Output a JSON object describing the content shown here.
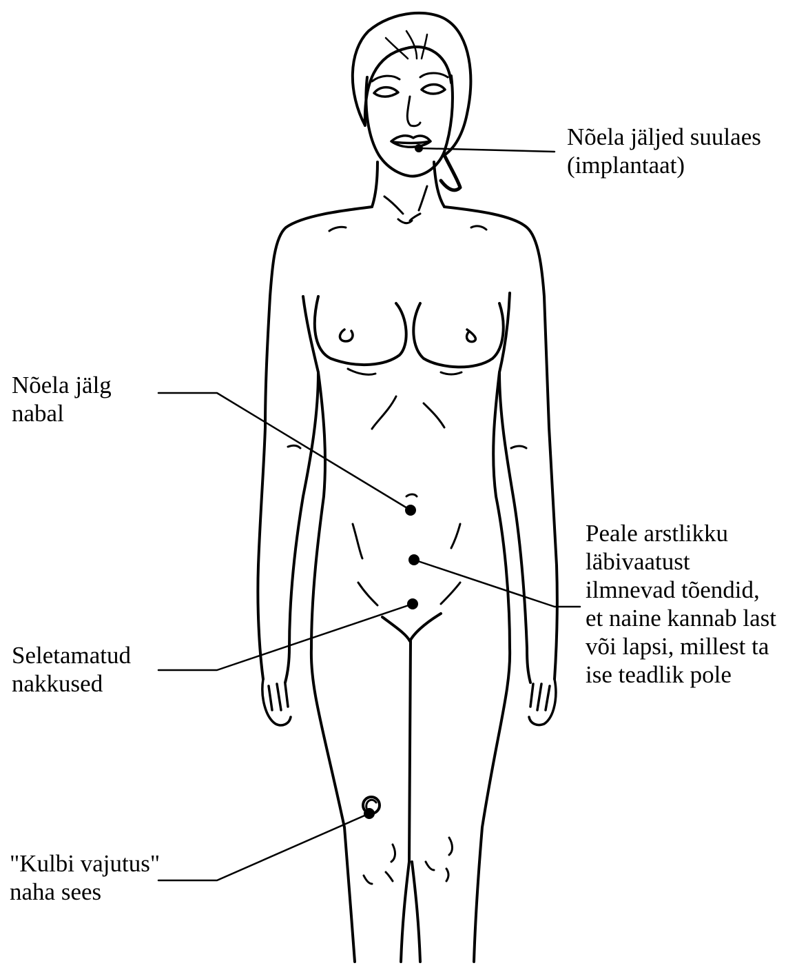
{
  "annotations": [
    {
      "id": "mouth",
      "lines": [
        "Nõela jäljed suulaes",
        "(implantaat)"
      ]
    },
    {
      "id": "navel",
      "lines": [
        "Nõela jälg",
        "nabal"
      ]
    },
    {
      "id": "exam",
      "lines": [
        "Peale arstlikku",
        "läbivaatust",
        "ilmnevad tõendid,",
        "et naine kannab last",
        "või lapsi, millest ta",
        "ise teadlik pole"
      ]
    },
    {
      "id": "infect",
      "lines": [
        "Seletamatud",
        "nakkused"
      ]
    },
    {
      "id": "scoop",
      "lines": [
        "\"Kulbi vajutus\"",
        "naha sees"
      ]
    }
  ],
  "colors": {
    "ink": "#000000",
    "background": "#ffffff"
  }
}
